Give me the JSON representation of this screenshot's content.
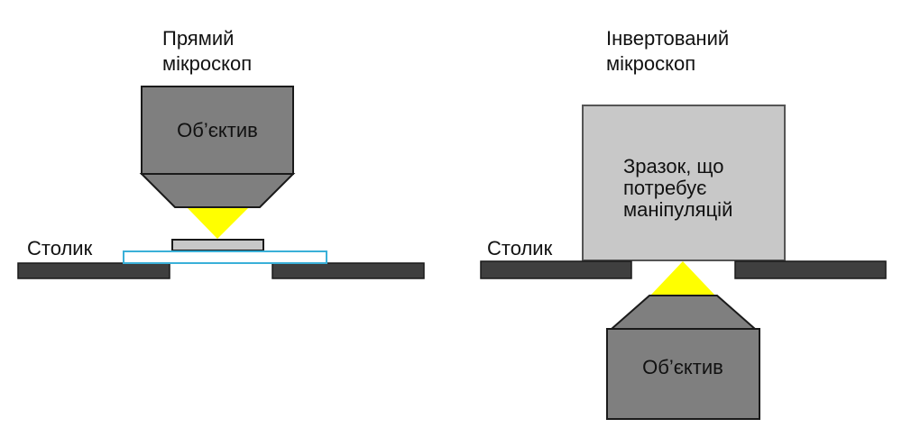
{
  "upright": {
    "title_line1": "Прямий",
    "title_line2": "мікроскоп",
    "objective_label": "Об’єктив",
    "stage_label": "Столик"
  },
  "inverted": {
    "title_line1": "Інвертований",
    "title_line2": "мікроскоп",
    "specimen_line1": "Зразок, що",
    "specimen_line2": "потребує",
    "specimen_line3": "маніпуляцій",
    "objective_label": "Об’єктив",
    "stage_label": "Столик"
  },
  "colors": {
    "objective": "#7f7f7f",
    "specimen": "#c8c8c8",
    "stage": "#3f3f3f",
    "light": "#ffff00",
    "slide_border": "#3ab0d8",
    "outline": "#1a1a1a"
  }
}
